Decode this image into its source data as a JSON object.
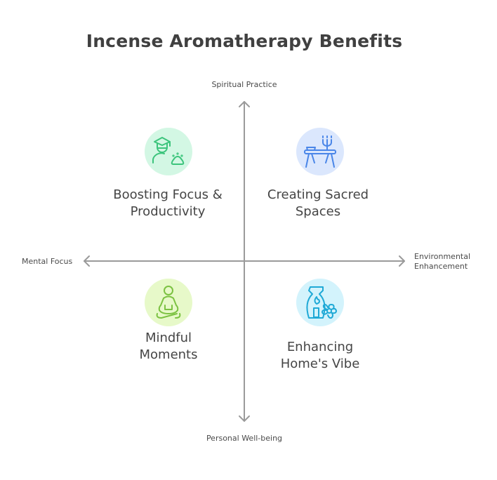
{
  "title": "Incense Aromatherapy Benefits",
  "axes": {
    "top": "Spiritual Practice",
    "bottom": "Personal Well-being",
    "left": "Mental Focus",
    "right_line1": "Environmental",
    "right_line2": "Enhancement",
    "color": "#9a9a9a"
  },
  "quadrants": [
    {
      "position": "top-left",
      "line1": "Boosting Focus &",
      "line2": "Productivity",
      "icon": "graduate-with-paw-icon",
      "bg": "#d3f7e4",
      "stroke": "#3cc47c"
    },
    {
      "position": "top-right",
      "line1": "Creating Sacred",
      "line2": "Spaces",
      "icon": "altar-table-icon",
      "bg": "#dbe7fd",
      "stroke": "#4a86e8"
    },
    {
      "position": "bottom-left",
      "line1": "Mindful",
      "line2": "Moments",
      "icon": "meditation-icon",
      "bg": "#e7f9c9",
      "stroke": "#7cc242"
    },
    {
      "position": "bottom-right",
      "line1": "Enhancing",
      "line2": "Home's Vibe",
      "icon": "oil-burner-flower-icon",
      "bg": "#d3f3fc",
      "stroke": "#1fa9d6"
    }
  ]
}
